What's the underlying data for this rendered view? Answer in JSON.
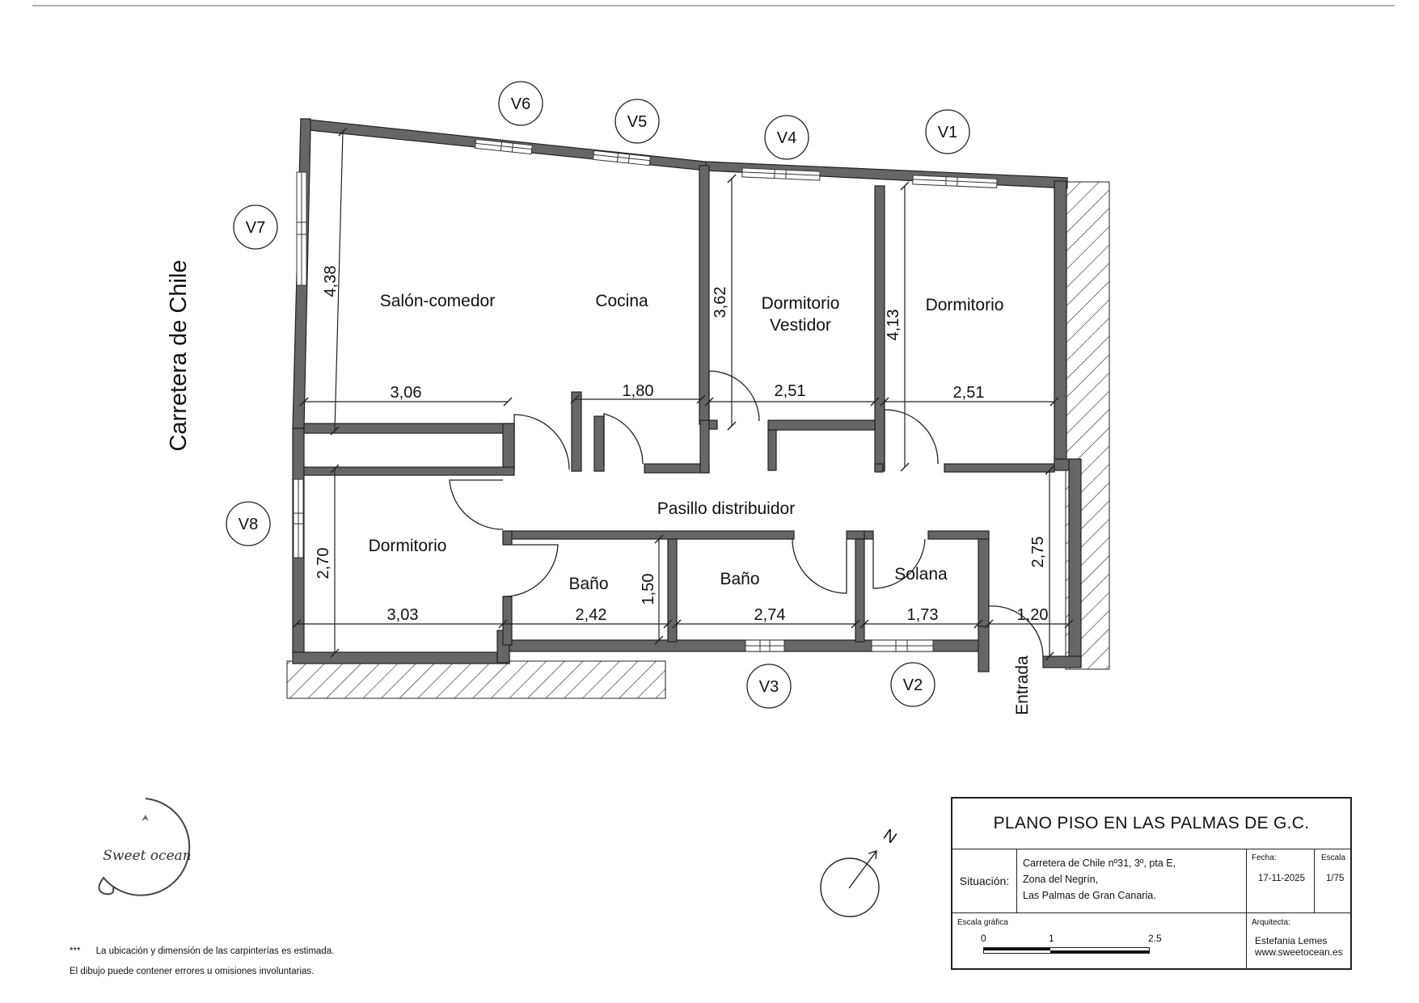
{
  "street_label": "Carretera de Chile",
  "windows": [
    "V1",
    "V2",
    "V3",
    "V4",
    "V5",
    "V6",
    "V7",
    "V8"
  ],
  "rooms": {
    "salon": "Salón-comedor",
    "cocina": "Cocina",
    "dorm_vestidor_1": "Dormitorio",
    "dorm_vestidor_2": "Vestidor",
    "dormitorio_right": "Dormitorio",
    "dormitorio_left": "Dormitorio",
    "pasillo": "Pasillo distribuidor",
    "bano_1": "Baño",
    "bano_2": "Baño",
    "solana": "Solana",
    "entrada": "Entrada"
  },
  "dimensions": {
    "salon_h": "4,38",
    "salon_w": "3,06",
    "cocina_w": "1,80",
    "vestidor_h": "3,62",
    "vestidor_w": "2,51",
    "dorm_h": "4,13",
    "dorm_w": "2,51",
    "dorm_left_h": "2,70",
    "dorm_left_w": "3,03",
    "bano1_w": "2,42",
    "bano1_h": "1,50",
    "bano2_w": "2,74",
    "solana_w": "1,73",
    "entrada_w": "1,20",
    "pasillo_h": "2,75"
  },
  "north_label": "N",
  "title_block": {
    "title": "PLANO PISO EN LAS PALMAS DE G.C.",
    "situacion_label": "Situación:",
    "address_1": "Carretera de Chile nº31, 3º, pta E,",
    "address_2": "Zona del Negrín,",
    "address_3": "Las Palmas de Gran Canaria.",
    "fecha_label": "Fecha:",
    "fecha": "17-11-2025",
    "escala_label": "Escala",
    "escala": "1/75",
    "escala_grafica_label": "Escala gráfica",
    "scale_ticks": [
      "0",
      "1",
      "2.5"
    ],
    "arquitecta_label": "Arquitecta:",
    "arquitecta": "Estefania Lemes",
    "web": "www.sweetocean.es"
  },
  "logo_text": "Sweet ocean",
  "notes": {
    "marker": "***",
    "line1": "La ubicación y dimensión de las carpinterías es estimada.",
    "line2": "El dibujo puede contener errores u omisiones involuntarias."
  }
}
